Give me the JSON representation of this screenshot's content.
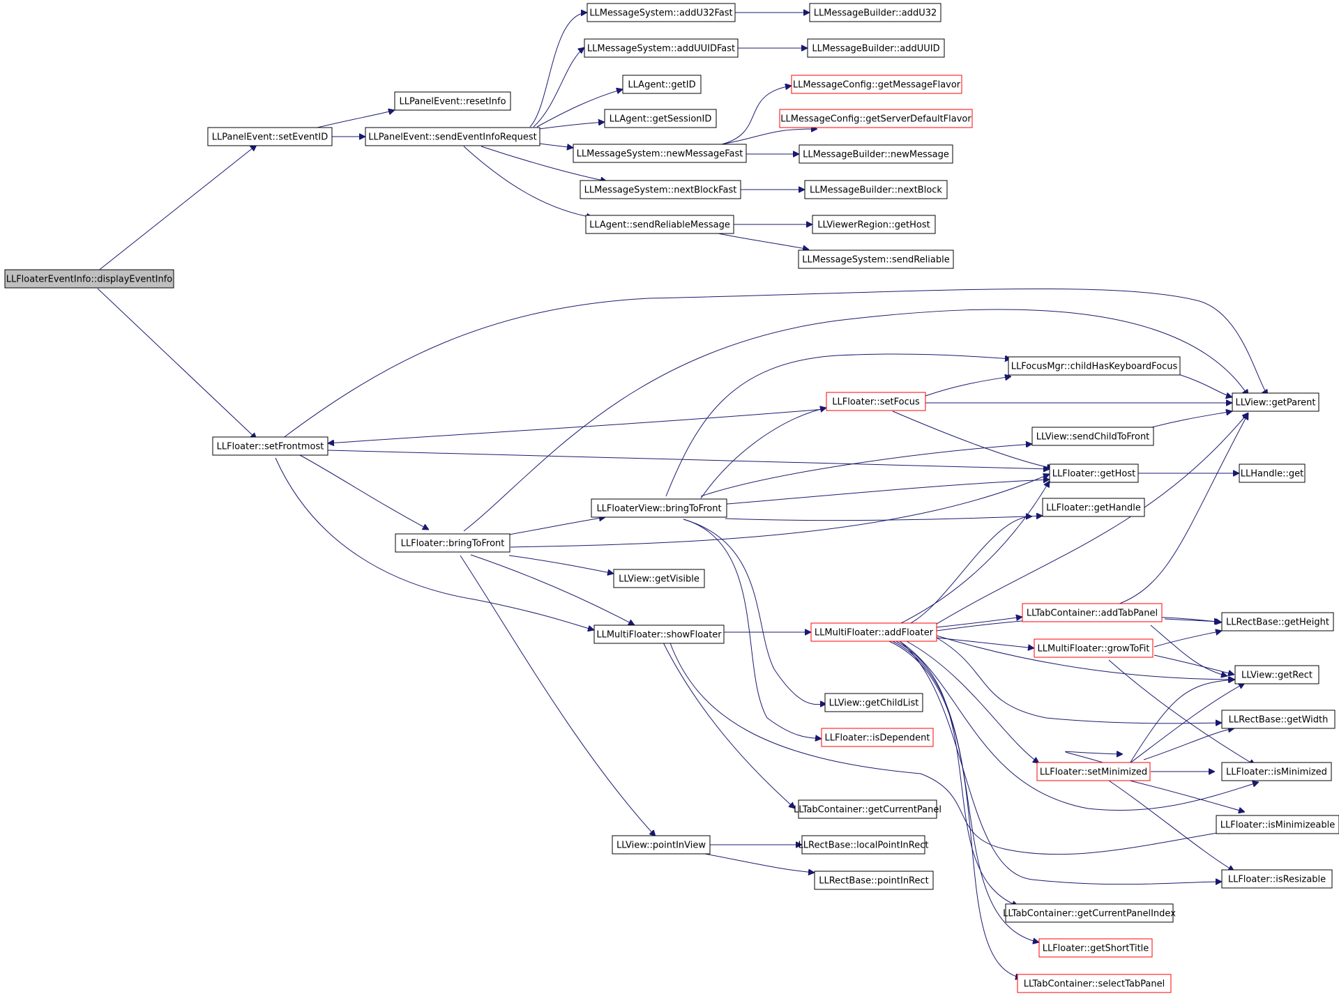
{
  "nodes": [
    {
      "id": "n_root",
      "label": "LLFloaterEventInfo::displayEventInfo"
    },
    {
      "id": "n1",
      "label": "LLPanelEvent::setEventID"
    },
    {
      "id": "n2",
      "label": "LLPanelEvent::resetInfo"
    },
    {
      "id": "n3",
      "label": "LLPanelEvent::sendEventInfoRequest"
    },
    {
      "id": "n4",
      "label": "LLMessageSystem::addU32Fast"
    },
    {
      "id": "n5",
      "label": "LLMessageSystem::addUUIDFast"
    },
    {
      "id": "n6",
      "label": "LLAgent::getID"
    },
    {
      "id": "n7",
      "label": "LLAgent::getSessionID"
    },
    {
      "id": "n8",
      "label": "LLMessageSystem::newMessageFast"
    },
    {
      "id": "n9",
      "label": "LLMessageSystem::nextBlockFast"
    },
    {
      "id": "n10",
      "label": "LLAgent::sendReliableMessage"
    },
    {
      "id": "n11",
      "label": "LLMessageBuilder::addU32"
    },
    {
      "id": "n12",
      "label": "LLMessageBuilder::addUUID"
    },
    {
      "id": "n13",
      "label": "LLMessageConfig::getMessageFlavor"
    },
    {
      "id": "n14",
      "label": "LLMessageConfig::getServerDefaultFlavor"
    },
    {
      "id": "n15",
      "label": "LLMessageBuilder::newMessage"
    },
    {
      "id": "n16",
      "label": "LLMessageBuilder::nextBlock"
    },
    {
      "id": "n17",
      "label": "LLViewerRegion::getHost"
    },
    {
      "id": "n18",
      "label": "LLMessageSystem::sendReliable"
    },
    {
      "id": "n19",
      "label": "LLFloater::setFrontmost"
    },
    {
      "id": "n20",
      "label": "LLFloater::bringToFront"
    },
    {
      "id": "n21",
      "label": "LLFloaterView::bringToFront"
    },
    {
      "id": "n22",
      "label": "LLView::getVisible"
    },
    {
      "id": "n23",
      "label": "LLMultiFloater::showFloater"
    },
    {
      "id": "n24",
      "label": "LLView::pointInView"
    },
    {
      "id": "n25",
      "label": "LLFocusMgr::childHasKeyboardFocus"
    },
    {
      "id": "n26",
      "label": "LLFloater::setFocus"
    },
    {
      "id": "n27",
      "label": "LLView::sendChildToFront"
    },
    {
      "id": "n28",
      "label": "LLFloater::getHost"
    },
    {
      "id": "n29",
      "label": "LLFloater::getHandle"
    },
    {
      "id": "n30",
      "label": "LLMultiFloater::addFloater"
    },
    {
      "id": "n31",
      "label": "LLView::getChildList"
    },
    {
      "id": "n32",
      "label": "LLFloater::isDependent"
    },
    {
      "id": "n33",
      "label": "LLTabContainer::getCurrentPanel"
    },
    {
      "id": "n34",
      "label": "LLRectBase::localPointInRect"
    },
    {
      "id": "n35",
      "label": "LLRectBase::pointInRect"
    },
    {
      "id": "n36",
      "label": "LLView::getParent"
    },
    {
      "id": "n37",
      "label": "LLHandle::get"
    },
    {
      "id": "n38",
      "label": "LLTabContainer::addTabPanel"
    },
    {
      "id": "n39",
      "label": "LLMultiFloater::growToFit"
    },
    {
      "id": "n40",
      "label": "LLFloater::setMinimized"
    },
    {
      "id": "n41",
      "label": "LLTabContainer::getCurrentPanelIndex"
    },
    {
      "id": "n42",
      "label": "LLFloater::getShortTitle"
    },
    {
      "id": "n43",
      "label": "LLTabContainer::selectTabPanel"
    },
    {
      "id": "n44",
      "label": "LLRectBase::getHeight"
    },
    {
      "id": "n45",
      "label": "LLView::getRect"
    },
    {
      "id": "n46",
      "label": "LLRectBase::getWidth"
    },
    {
      "id": "n47",
      "label": "LLFloater::isMinimized"
    },
    {
      "id": "n48",
      "label": "LLFloater::isMinimizeable"
    },
    {
      "id": "n49",
      "label": "LLFloater::isResizable"
    }
  ],
  "colors": {
    "edge": "#191970",
    "node_border": "#000000",
    "node_border_incomplete": "#ff0000",
    "root_fill": "#bfbfbf"
  }
}
